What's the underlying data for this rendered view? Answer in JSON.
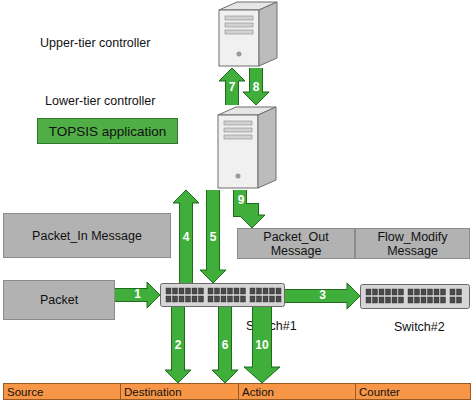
{
  "diagram": {
    "nodes": [
      {
        "text": [
          "Upper-tier controller"
        ]
      },
      {
        "text": [
          "Lower-tier controller"
        ]
      },
      {
        "text": [
          "TOPSIS application"
        ]
      },
      {
        "text": [
          "Packet_In Message"
        ]
      },
      {
        "text": [
          "Packet_Out Message"
        ]
      },
      {
        "text": [
          "Flow_Modify Message"
        ]
      },
      {
        "text": [
          "Packet"
        ]
      },
      {
        "text": [
          "Switch#1"
        ]
      },
      {
        "text": [
          "Switch#2"
        ]
      },
      {
        "text": [
          "Source"
        ]
      },
      {
        "text": [
          "Destination"
        ]
      },
      {
        "text": [
          "Action"
        ]
      },
      {
        "text": [
          "Counter"
        ]
      }
    ],
    "edges": [
      {
        "from": 6,
        "to": 7,
        "label": "1",
        "arrow": "to"
      },
      {
        "from": 7,
        "to": 10,
        "label": "2",
        "arrow": "to"
      },
      {
        "from": 7,
        "to": 8,
        "label": "3",
        "arrow": "to"
      },
      {
        "from": 7,
        "to": 1,
        "label": "4",
        "arrow": "to"
      },
      {
        "from": 1,
        "to": 7,
        "label": "5",
        "arrow": "to"
      },
      {
        "from": 7,
        "to": 10,
        "label": "6",
        "arrow": "to"
      },
      {
        "from": 1,
        "to": 0,
        "label": "7",
        "arrow": "to"
      },
      {
        "from": 0,
        "to": 1,
        "label": "8",
        "arrow": "to"
      },
      {
        "from": 1,
        "to": 4,
        "label": "9",
        "arrow": "to"
      },
      {
        "from": 7,
        "to": 11,
        "label": "10",
        "arrow": "to"
      }
    ]
  }
}
